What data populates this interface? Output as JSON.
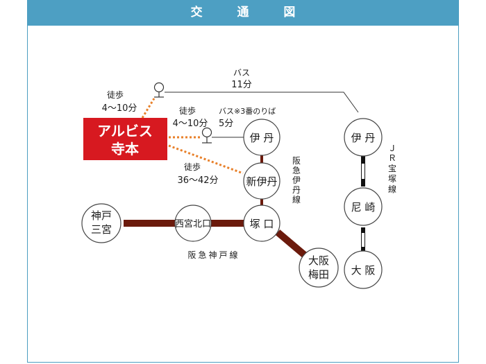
{
  "header": {
    "title": "交 通 図"
  },
  "origin": {
    "line1": "アルビス",
    "line2": "寺本",
    "color": "#d71920"
  },
  "routes": {
    "bus_long": {
      "mode": "バス",
      "time": "11分"
    },
    "walk_top": {
      "mode": "徒歩",
      "time": "4〜10分"
    },
    "walk_bus": {
      "mode": "徒歩",
      "time": "4〜10分"
    },
    "bus_stop": {
      "mode": "バス※3番のりば",
      "time": "5分"
    },
    "walk_shin": {
      "mode": "徒歩",
      "time": "36〜42分"
    }
  },
  "stations": {
    "itami_hankyu": "伊 丹",
    "shin_itami": "新伊丹",
    "tsukaguchi": "塚 口",
    "nishinomiya": "西宮北口",
    "kobe_line1": "神戸",
    "kobe_line2": "三宮",
    "umeda_line1": "大阪",
    "umeda_line2": "梅田",
    "itami_jr": "伊 丹",
    "amagasaki": "尼 崎",
    "osaka": "大 阪"
  },
  "lines": {
    "hankyu_itami": [
      "阪",
      "急",
      "伊",
      "丹",
      "線"
    ],
    "jr_takarazuka": [
      "Ｊ",
      "Ｒ",
      "宝",
      "塚",
      "線"
    ],
    "hankyu_kobe": "阪急神戸線"
  },
  "colors": {
    "hankyu": "#6b1a0c",
    "walk": "#e8802a",
    "header": "#4d9fc3",
    "jr": "#111111"
  }
}
